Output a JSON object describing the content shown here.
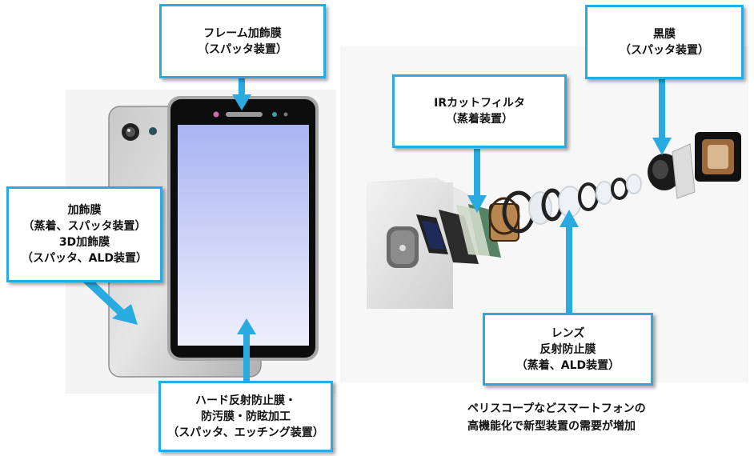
{
  "callouts": {
    "frame": {
      "line1": "フレーム加飾膜",
      "line2": "（スパッタ装置）"
    },
    "side": {
      "line1": "加飾膜",
      "line2": "（蒸着、スパッタ装置）",
      "line3": "3D加飾膜",
      "line4": "（スパッタ、ALD装置）"
    },
    "screen": {
      "line1": "ハード反射防止膜・",
      "line2": "防汚膜・防眩加工",
      "line3": "（スパッタ、エッチング装置）"
    },
    "ir": {
      "line1": "IRカットフィルタ",
      "line2": "（蒸着装置）"
    },
    "black": {
      "line1": "黒膜",
      "line2": "（スパッタ装置）"
    },
    "lens": {
      "line1": "レンズ",
      "line2": "反射防止膜",
      "line3": "（蒸着、ALD装置）"
    }
  },
  "caption": {
    "line1": "ペリスコープなどスマートフォンの",
    "line2": "高機能化で新型装置の需要が増加"
  },
  "colors": {
    "accent": "#29abe2",
    "screen_top": "#a9b4f2",
    "screen_bottom": "#eef0fc"
  }
}
